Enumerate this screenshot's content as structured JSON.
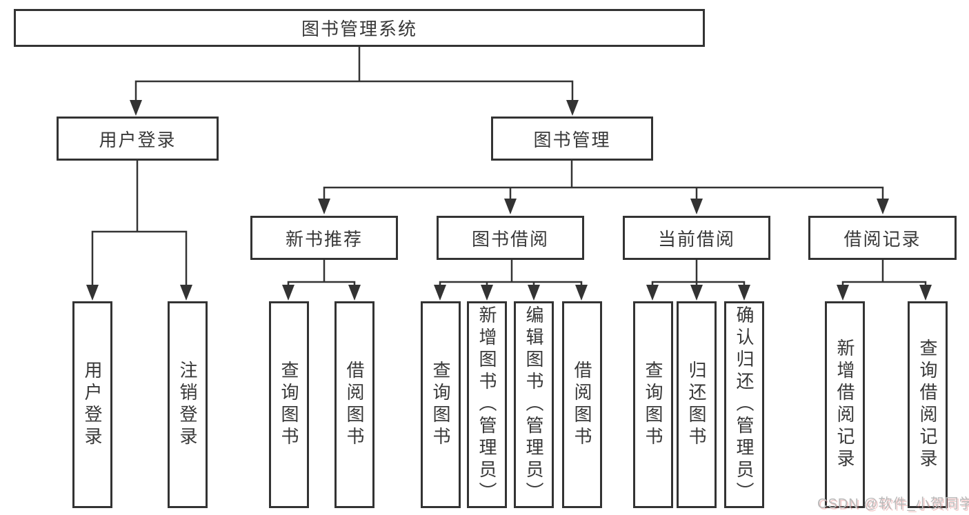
{
  "diagram": {
    "title": "图书管理系统",
    "level2": [
      {
        "label": "用户登录"
      },
      {
        "label": "图书管理"
      }
    ],
    "level3": [
      {
        "label": "新书推荐"
      },
      {
        "label": "图书借阅"
      },
      {
        "label": "当前借阅"
      },
      {
        "label": "借阅记录"
      }
    ],
    "leaves": [
      {
        "label": "用户登录"
      },
      {
        "label": "注销登录"
      },
      {
        "label": "查询图书"
      },
      {
        "label": "借阅图书"
      },
      {
        "label": "查询图书"
      },
      {
        "label": "新增图书（管理员）"
      },
      {
        "label": "编辑图书（管理员）"
      },
      {
        "label": "借阅图书"
      },
      {
        "label": "查询图书"
      },
      {
        "label": "归还图书"
      },
      {
        "label": "确认归还（管理员）"
      },
      {
        "label": "新增借阅记录"
      },
      {
        "label": "查询借阅记录"
      }
    ],
    "watermark": "CSDN @软件_小贺同学",
    "colors": {
      "line": "#333333",
      "text": "#383838",
      "watermark": "#b9b9b9",
      "background": "#ffffff"
    }
  }
}
